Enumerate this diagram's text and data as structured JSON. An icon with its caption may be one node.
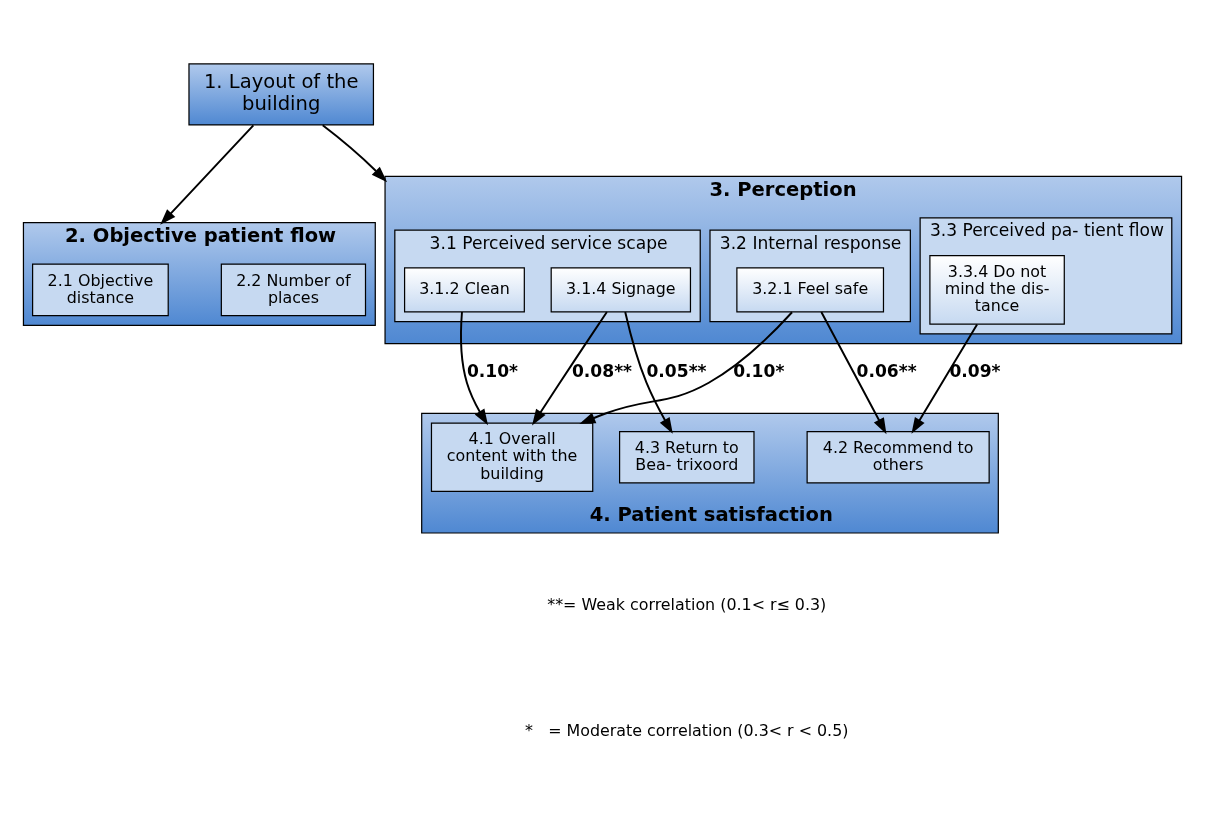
{
  "diagram": {
    "nodes": [
      {
        "text": [
          "1. Layout of the building"
        ]
      },
      {
        "text": [
          "2. Objective patient flow"
        ]
      },
      {
        "text": [
          "2.1 Objective distance"
        ],
        "in": 1
      },
      {
        "text": [
          "2.2 Number of places"
        ],
        "in": 1
      },
      {
        "text": [
          "3. Perception"
        ]
      },
      {
        "text": [
          "3.1 Perceived service scape"
        ],
        "in": 4
      },
      {
        "text": [
          "3.1.2 Clean"
        ],
        "in": 5
      },
      {
        "text": [
          "3.1.4 Signage"
        ],
        "in": 5
      },
      {
        "text": [
          "3.2 Internal response"
        ],
        "in": 4
      },
      {
        "text": [
          "3.2.1 Feel safe"
        ],
        "in": 8
      },
      {
        "text": [
          "3.3 Perceived pa- tient flow"
        ],
        "in": 4
      },
      {
        "text": [
          "3.3.4 Do not mind the dis- tance"
        ],
        "in": 10
      },
      {
        "text": [
          "4. Patient satisfaction"
        ]
      },
      {
        "text": [
          "4.1 Overall content with the building"
        ],
        "in": 12
      },
      {
        "text": [
          "4.2 Recommend to others"
        ],
        "in": 12
      },
      {
        "text": [
          "4.3 Return to Bea- trixoord"
        ],
        "in": 12
      }
    ],
    "edges": [
      {
        "from": 0,
        "to": 1,
        "arrow": "to"
      },
      {
        "from": 0,
        "to": 4,
        "arrow": "to"
      },
      {
        "from": 6,
        "to": 13,
        "arrow": "to",
        "label": "0.10*"
      },
      {
        "from": 7,
        "to": 13,
        "arrow": "to",
        "label": "0.08**"
      },
      {
        "from": 9,
        "to": 13,
        "arrow": "to",
        "label": "0.10*"
      },
      {
        "from": 9,
        "to": 14,
        "arrow": "to",
        "label": "0.06**"
      },
      {
        "from": 11,
        "to": 14,
        "arrow": "to",
        "label": "0.09*"
      },
      {
        "from": 7,
        "to": 15,
        "arrow": "to",
        "label": "0.05**"
      }
    ],
    "labels": [
      "**= Weak correlation (0.1< r≤ 0.3)",
      "*   = Moderate correlation (0.3< r < 0.5)"
    ]
  }
}
